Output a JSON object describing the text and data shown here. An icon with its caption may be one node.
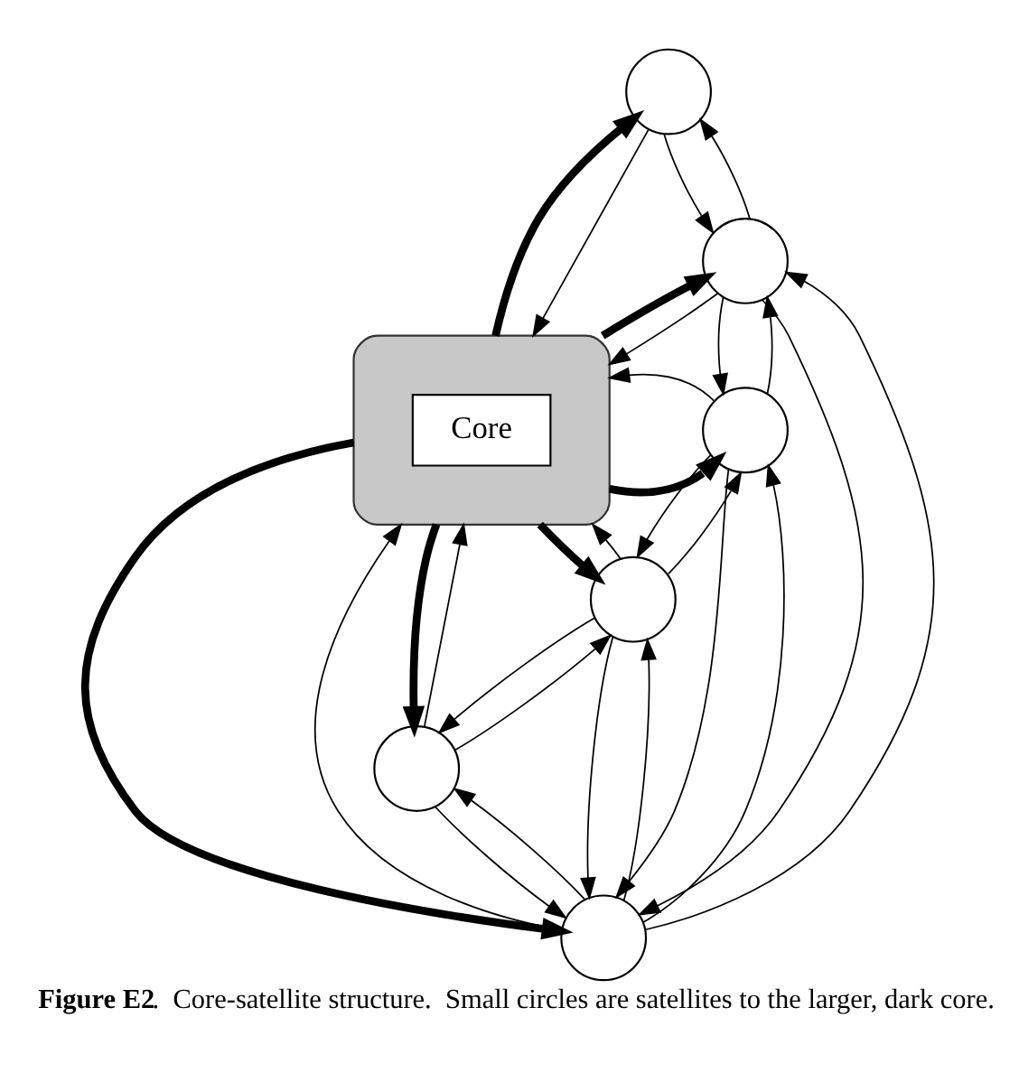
{
  "diagram": {
    "caption": "**Figure E2**.  Core-satellite structure.  Small circles are satellites to the larger, dark core.",
    "nodes": [
      {
        "text": [],
        "shape": "ellipse"
      },
      {
        "text": [
          "Core"
        ],
        "in": 0
      },
      {
        "text": [],
        "shape": "circle"
      },
      {
        "text": [],
        "shape": "circle"
      },
      {
        "text": [],
        "shape": "circle"
      },
      {
        "text": [],
        "shape": "circle"
      },
      {
        "text": [],
        "shape": "circle"
      },
      {
        "text": [],
        "shape": "circle"
      }
    ],
    "edges": [
      {
        "from": 0,
        "to": 2,
        "arrow": "to",
        "style": "thick"
      },
      {
        "from": 2,
        "to": 0,
        "arrow": "to"
      },
      {
        "from": 0,
        "to": 3,
        "arrow": "to",
        "style": "thick"
      },
      {
        "from": 3,
        "to": 0,
        "arrow": "to"
      },
      {
        "from": 0,
        "to": 4,
        "arrow": "to",
        "style": "thick"
      },
      {
        "from": 4,
        "to": 0,
        "arrow": "to"
      },
      {
        "from": 0,
        "to": 5,
        "arrow": "to",
        "style": "thick"
      },
      {
        "from": 5,
        "to": 0,
        "arrow": "to"
      },
      {
        "from": 0,
        "to": 6,
        "arrow": "to",
        "style": "thick"
      },
      {
        "from": 6,
        "to": 0,
        "arrow": "to"
      },
      {
        "from": 0,
        "to": 7,
        "arrow": "to",
        "style": "thick"
      },
      {
        "from": 7,
        "to": 0,
        "arrow": "to"
      },
      {
        "from": 2,
        "to": 3,
        "arrow": "to"
      },
      {
        "from": 3,
        "to": 2,
        "arrow": "to"
      },
      {
        "from": 3,
        "to": 6,
        "arrow": "to"
      },
      {
        "from": 6,
        "to": 3,
        "arrow": "to"
      },
      {
        "from": 3,
        "to": 5,
        "arrow": "to"
      },
      {
        "from": 5,
        "to": 3,
        "arrow": "to"
      },
      {
        "from": 5,
        "to": 6,
        "arrow": "to"
      },
      {
        "from": 6,
        "to": 5,
        "arrow": "to"
      },
      {
        "from": 4,
        "to": 5,
        "arrow": "to"
      },
      {
        "from": 5,
        "to": 4,
        "arrow": "to"
      },
      {
        "from": 4,
        "to": 7,
        "arrow": "to"
      },
      {
        "from": 7,
        "to": 4,
        "arrow": "to"
      },
      {
        "from": 5,
        "to": 7,
        "arrow": "to"
      },
      {
        "from": 7,
        "to": 5,
        "arrow": "to"
      },
      {
        "from": 7,
        "to": 6,
        "arrow": "to"
      },
      {
        "from": 6,
        "to": 7,
        "arrow": "to"
      }
    ]
  }
}
